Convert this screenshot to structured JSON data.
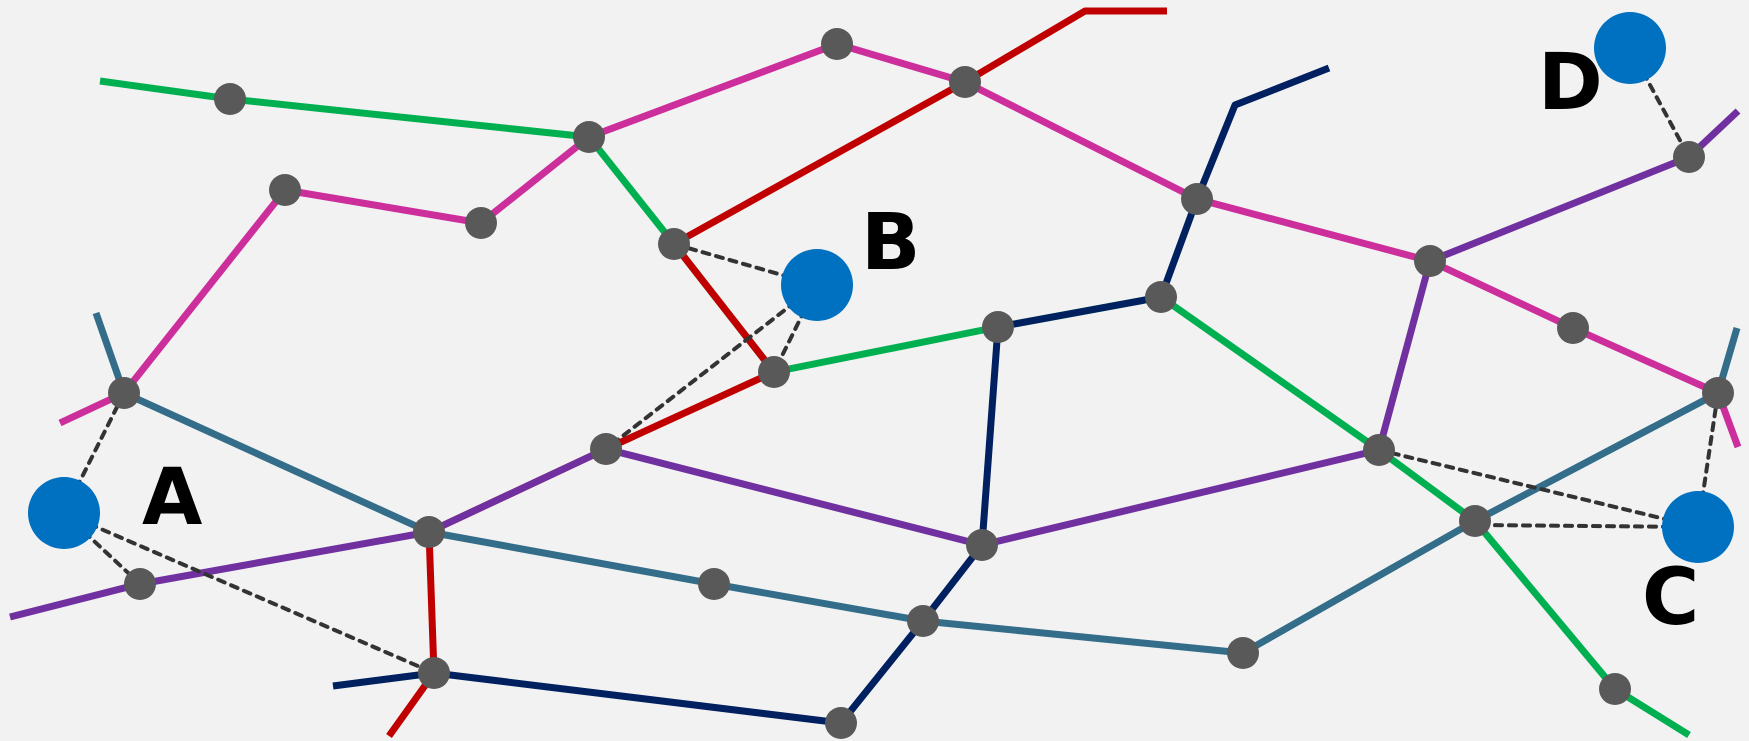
{
  "colors": {
    "background": "#f2f2f2",
    "node": "#595959",
    "poi": "#0070c0",
    "dashed_link": "#333333",
    "label": "#000000"
  },
  "lines": [
    {
      "name": "green",
      "color": "#00b050"
    },
    {
      "name": "magenta",
      "color": "#cc2e9b"
    },
    {
      "name": "red",
      "color": "#c00000"
    },
    {
      "name": "navy",
      "color": "#002060"
    },
    {
      "name": "purple",
      "color": "#7030a0"
    },
    {
      "name": "teal",
      "color": "#336d8a"
    }
  ],
  "points": {
    "A": {
      "label": "A"
    },
    "B": {
      "label": "B"
    },
    "C": {
      "label": "C"
    },
    "D": {
      "label": "D"
    }
  }
}
